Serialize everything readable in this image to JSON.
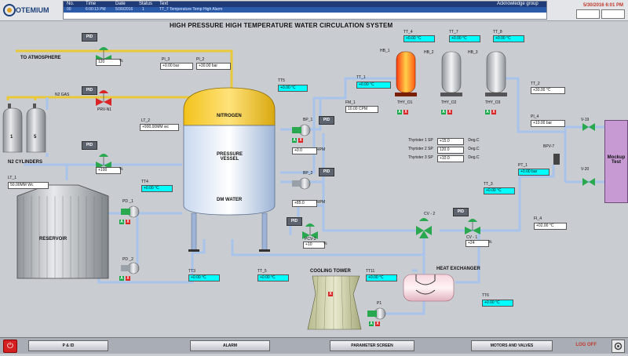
{
  "header": {
    "brand": "OTEMIUM",
    "alarm_columns": [
      "No.",
      "Time",
      "Date",
      "Status",
      "Text"
    ],
    "alarm_group_label": "Acknowledge group",
    "alarm_row": {
      "no": "00",
      "time": "6:00:13 PM",
      "date": "5/30/2016",
      "status": "1",
      "text": "TT_7 Temperature Temp High Alarm"
    },
    "datetime": "5/30/2016 6:01 PM"
  },
  "title": "HIGH PRESSURE HIGH TEMPERATURE WATER CIRCULATION SYSTEM",
  "labels": {
    "to_atmosphere": "TO ATMOSPHERE",
    "n2_gas": "N2 GAS",
    "n2_cylinders": "N2 CYLINDERS",
    "cyl1": "1",
    "cyl2": "5",
    "reservoir": "RESERVOIR",
    "nitrogen": "NITROGEN",
    "pressure_vessel": "PRESSURE\nVESSEL",
    "dm_water": "DM WATER",
    "cooling_tower": "COOLING TOWER",
    "heat_exchanger": "HEAT EXCHANGER",
    "mockup_test": "Mockup\nTest",
    "rpm1": "RPM",
    "rpm2": "RPM",
    "pct": "%"
  },
  "pid_label": "PID",
  "tags": {
    "pcv2": "PCV-2",
    "prv_n1": "PRV-N1",
    "pcv1": "PCV-1",
    "pcv3": "PCV-3",
    "cv1": "CV - 1",
    "cv2": "CV - 2",
    "bp1": "BP_1",
    "bp2": "BP_2",
    "pd1": "PD _1",
    "pd2": "PD _2",
    "p1": "P1",
    "bpv7": "BPV-7",
    "v19": "V-19",
    "v20": "V-20",
    "hb1": "HB_1",
    "hb2": "HB_2",
    "hb3": "HB_3",
    "thy1": "THY_O1",
    "thy2": "THY_O2",
    "thy3": "THY_O3",
    "pi3": "PI_3",
    "pi2": "PI_2",
    "tt5": "TT5",
    "lt2": "LT_2",
    "tt1": "TT_1",
    "fm1": "FM_1",
    "tt2": "TT_2",
    "tt4": "TT_4",
    "tt7": "TT_7",
    "tt8": "TT_8",
    "pi4": "PI_4",
    "pt1": "PT_1",
    "tt3": "TT_3",
    "fi4": "FI_4",
    "lt1": "LT_1",
    "tt4b": "TT4",
    "tt3b": "TT3",
    "tt5b": "TT_5",
    "tt11": "TT11",
    "tt6": "TT6"
  },
  "values": {
    "pcv2": "120",
    "pcv1": "+100",
    "pcv3": "+10",
    "cv1": "+24",
    "bp1": "+0.0",
    "bp2": "+85.0",
    "pi3": "+0.00 bar",
    "pi2": "+30.00 bar",
    "tt5": "+0.00 °C",
    "lt2": "+900.00MM wc",
    "tt1": "+0.00 °C",
    "fm1": "10.00 CPM",
    "tt2": "+30.00 °C",
    "tt4": "+0.00 °C",
    "tt7": "+0.00 °C",
    "tt8": "+0.00 °C",
    "pi4": "+10.00 bar",
    "pt1": "+0.00 bar",
    "tt3": "+0.00 °C",
    "fi4": "+02.00 °C",
    "lt1": "50.00MM Wc",
    "tt4b": "+0.00 °C",
    "tt3b": "+0.00 °C",
    "tt5b": "+0.00 °C",
    "tt11": "+0.00 °C",
    "tt6": "+0.00 °C"
  },
  "thyristors": [
    {
      "label": "Thyrister 1 SP",
      "value": "+15.0",
      "unit": "Deg.C"
    },
    {
      "label": "Thyrister 2 SP",
      "value": "120.0",
      "unit": "Deg.C"
    },
    {
      "label": "Thyrister 3 SP",
      "value": "+10.0",
      "unit": "Deg.C"
    }
  ],
  "mini": {
    "on": "A",
    "stop": "X"
  },
  "nav": {
    "pid_btn": "P & ID",
    "alarm_btn": "ALARM",
    "param_btn": "PARAMETER SCREEN",
    "motors_btn": "MOTORS AND VALVES",
    "logoff": "LOG OFF"
  },
  "colors": {
    "pipe_water": "#a9c4ea",
    "pipe_gas": "#f6e27a",
    "heater_hot": "#ff7a1a",
    "accent_green": "#1aa84a",
    "accent_red": "#d92525"
  }
}
